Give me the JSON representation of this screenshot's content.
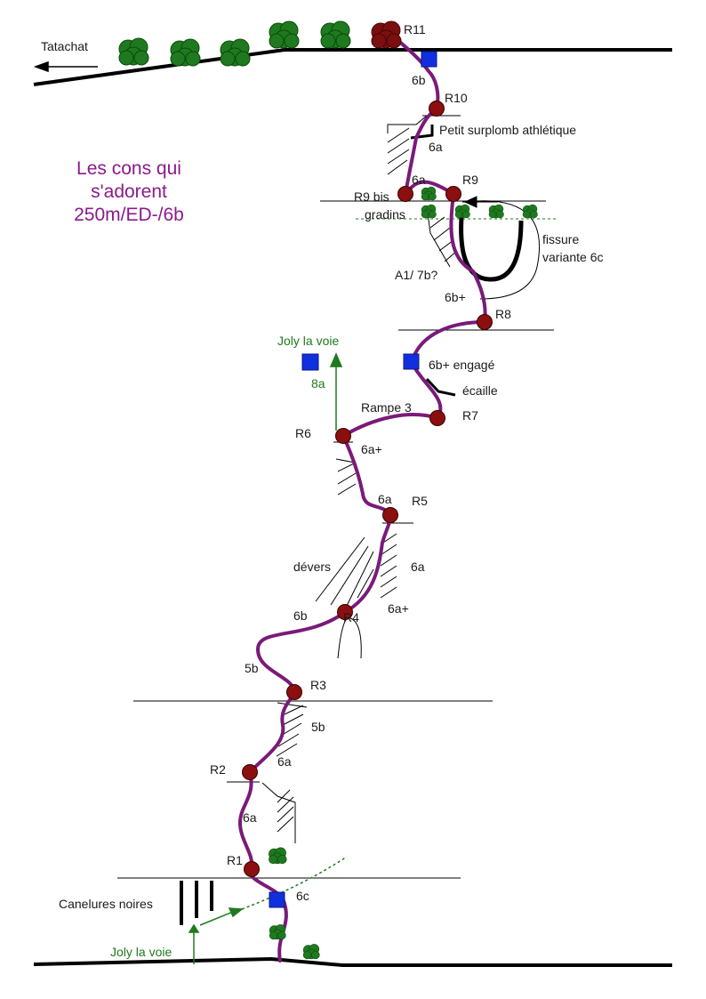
{
  "title": {
    "line1": "Les cons qui",
    "line2": "s'adorent",
    "line3": "250m/ED-/6b"
  },
  "belays": {
    "r1": "R1",
    "r2": "R2",
    "r3": "R3",
    "r4": "R4",
    "r5": "R5",
    "r6": "R6",
    "r7": "R7",
    "r8": "R8",
    "r9": "R9",
    "r9bis": "R9 bis",
    "r10": "R10",
    "r11": "R11"
  },
  "grades": {
    "p1": "6c",
    "p2": "6a",
    "p2b": "6a",
    "p3": "5b",
    "p4": "5b",
    "p5": "6b",
    "p5b": "6a+",
    "p5c": "6a",
    "p6": "6a",
    "p7": "6a+",
    "p8": "6b+ engagé",
    "p9": "6b+",
    "p10": "6a",
    "p11": "6a",
    "p12": "6b",
    "left": "8a"
  },
  "labels": {
    "tatachat": "Tatachat",
    "canelures": "Canelures noires",
    "joly_bottom": "Joly la voie",
    "joly_mid": "Joly la voie",
    "devers": "dévers",
    "rampe": "Rampe 3",
    "ecaille": "écaille",
    "a1": "A1/ 7b?",
    "fissure1": "fissure",
    "fissure2": "variante 6c",
    "gradins": "gradins",
    "surplomb": "Petit surplomb athlétique"
  },
  "colors": {
    "route": "#7a1a7a",
    "belay": "#8b0f0f",
    "tree": "#1f7a1f",
    "bolt": "#1030e0",
    "variant": "#1e7a1e",
    "title": "#8b1a8b"
  }
}
